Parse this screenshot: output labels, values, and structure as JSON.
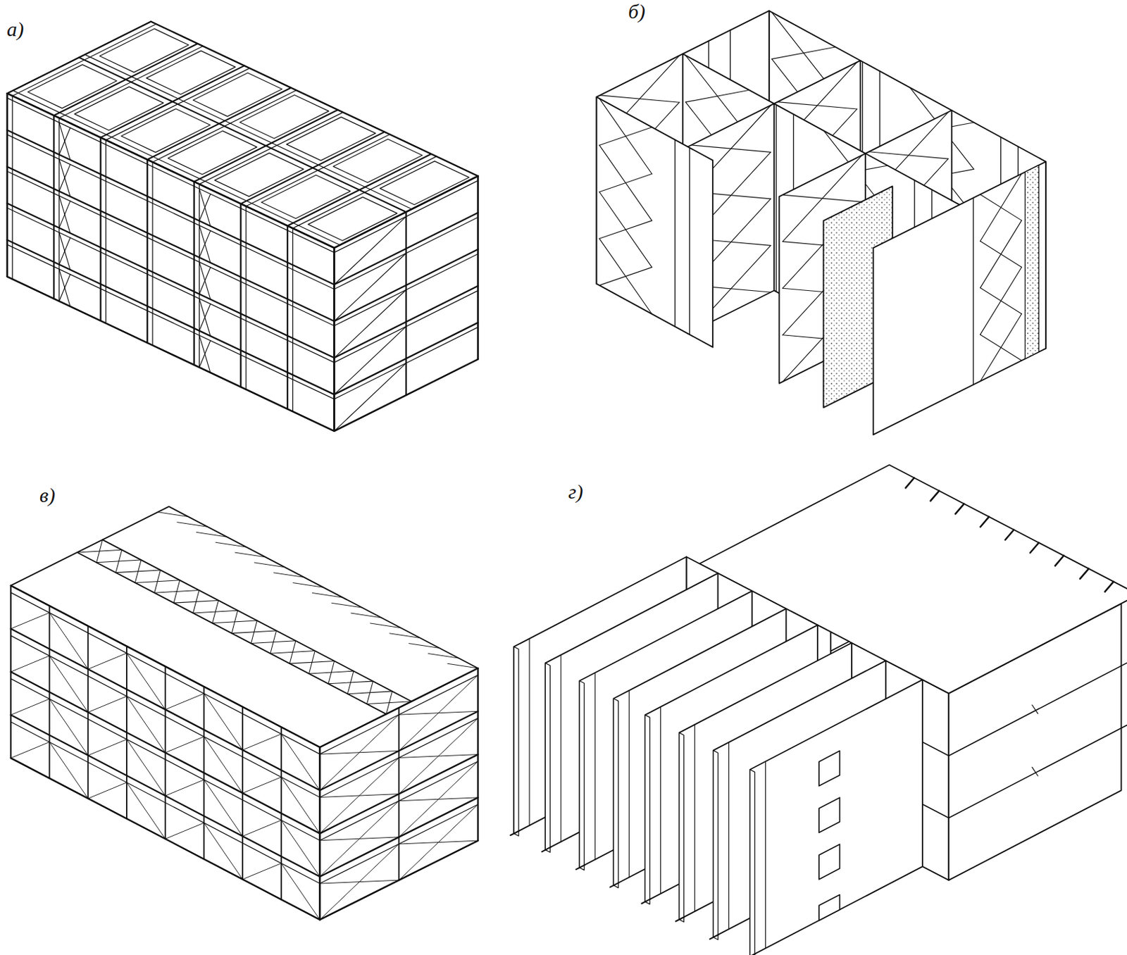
{
  "diagram": {
    "labels": [
      "а)",
      "б)",
      "в)",
      "г)"
    ]
  }
}
